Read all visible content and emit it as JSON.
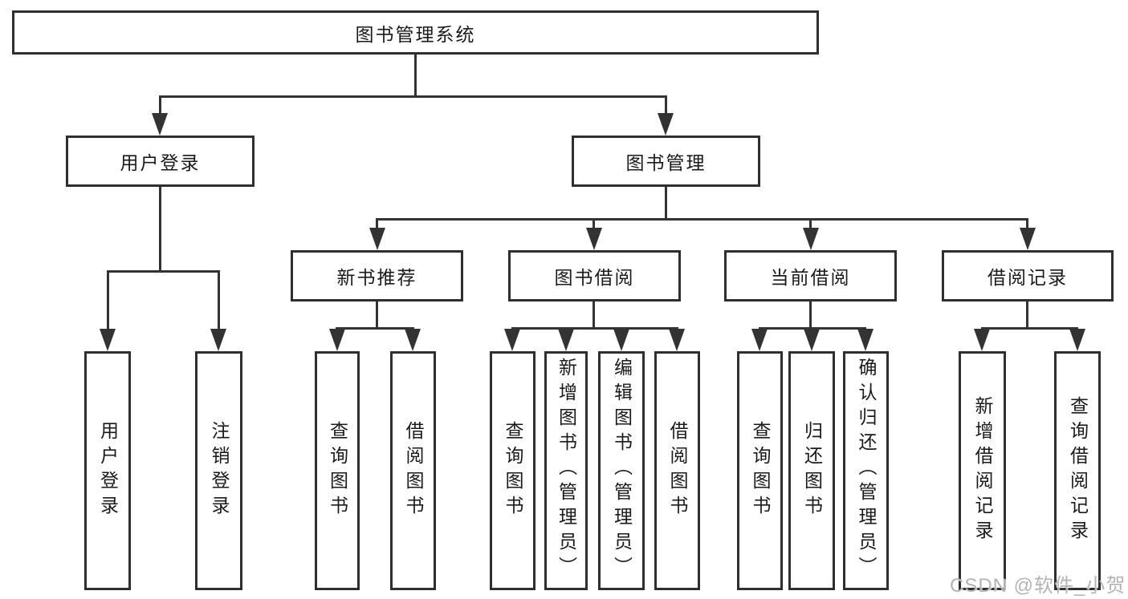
{
  "diagram": {
    "root": {
      "label": "图书管理系统"
    },
    "login": {
      "label": "用户登录",
      "children": [
        {
          "label": "用户登录"
        },
        {
          "label": "注销登录"
        }
      ]
    },
    "mgmt": {
      "label": "图书管理",
      "children": [
        {
          "label": "新书推荐",
          "children": [
            {
              "label": "查询图书"
            },
            {
              "label": "借阅图书"
            }
          ]
        },
        {
          "label": "图书借阅",
          "children": [
            {
              "label": "查询图书"
            },
            {
              "label": "新增图书（管理员）"
            },
            {
              "label": "编辑图书（管理员）"
            },
            {
              "label": "借阅图书"
            }
          ]
        },
        {
          "label": "当前借阅",
          "children": [
            {
              "label": "查询图书"
            },
            {
              "label": "归还图书"
            },
            {
              "label": "确认归还（管理员）"
            }
          ]
        },
        {
          "label": "借阅记录",
          "children": [
            {
              "label": "新增借阅记录"
            },
            {
              "label": "查询借阅记录"
            }
          ]
        }
      ]
    }
  },
  "watermark": {
    "text": "CSDN @软件_小贺同学"
  },
  "colors": {
    "line": "#333333",
    "box_border": "#2f2f2f",
    "text": "#1a1a1a",
    "watermark": "#b3b3b3",
    "background": "#ffffff"
  }
}
